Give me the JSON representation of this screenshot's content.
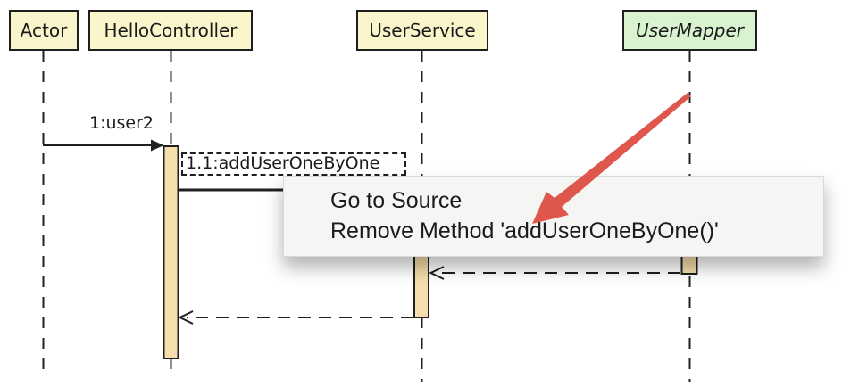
{
  "diagram": {
    "type": "uml-sequence",
    "participants": [
      {
        "label": "Actor",
        "kind": "class",
        "fill": "#FBF5CB"
      },
      {
        "label": "HelloController",
        "kind": "class",
        "fill": "#FBF5CB"
      },
      {
        "label": "UserService",
        "kind": "class",
        "fill": "#FBF5CB"
      },
      {
        "label": "UserMapper",
        "kind": "interface",
        "fill": "#D9F2D0"
      }
    ],
    "messages": {
      "call1": {
        "label": "1:user2",
        "from": "Actor",
        "to": "HelloController",
        "style": "solid"
      },
      "call2": {
        "label": "1.1:addUserOneByOne",
        "from": "HelloController",
        "to": "UserService",
        "style": "solid"
      },
      "return1": {
        "label": "",
        "from": "UserMapper",
        "to": "UserService",
        "style": "dashed-return"
      },
      "return2": {
        "label": "",
        "from": "UserService",
        "to": "HelloController",
        "style": "dashed-return"
      }
    }
  },
  "context_menu": {
    "items": [
      {
        "label": "Go to Source"
      },
      {
        "label": "Remove Method 'addUserOneByOne()'"
      }
    ]
  },
  "icons": {
    "annotation_arrow": "red-annotation-arrow-icon"
  },
  "colors": {
    "participant_fill": "#FBF5CB",
    "interface_fill": "#D9F2D0",
    "activation_fill": "#F5DEAB",
    "line": "#1f1f1f",
    "menu_background": "#F5F5F4",
    "annotation_red": "#DF574C"
  }
}
